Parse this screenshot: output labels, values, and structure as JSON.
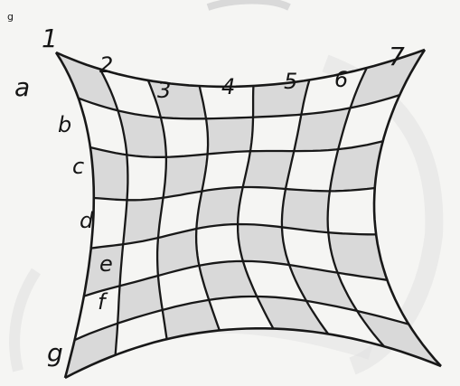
{
  "corner_mark": "g",
  "column_labels": [
    "1",
    "2",
    "3",
    "4",
    "5",
    "6",
    "7"
  ],
  "row_labels": [
    "a",
    "b",
    "c",
    "d",
    "e",
    "f",
    "g"
  ],
  "colors": {
    "ink": "#181818",
    "shade": "#d9d9d9",
    "paper": "#f5f5f3",
    "ghost": "#e3e3e3"
  }
}
